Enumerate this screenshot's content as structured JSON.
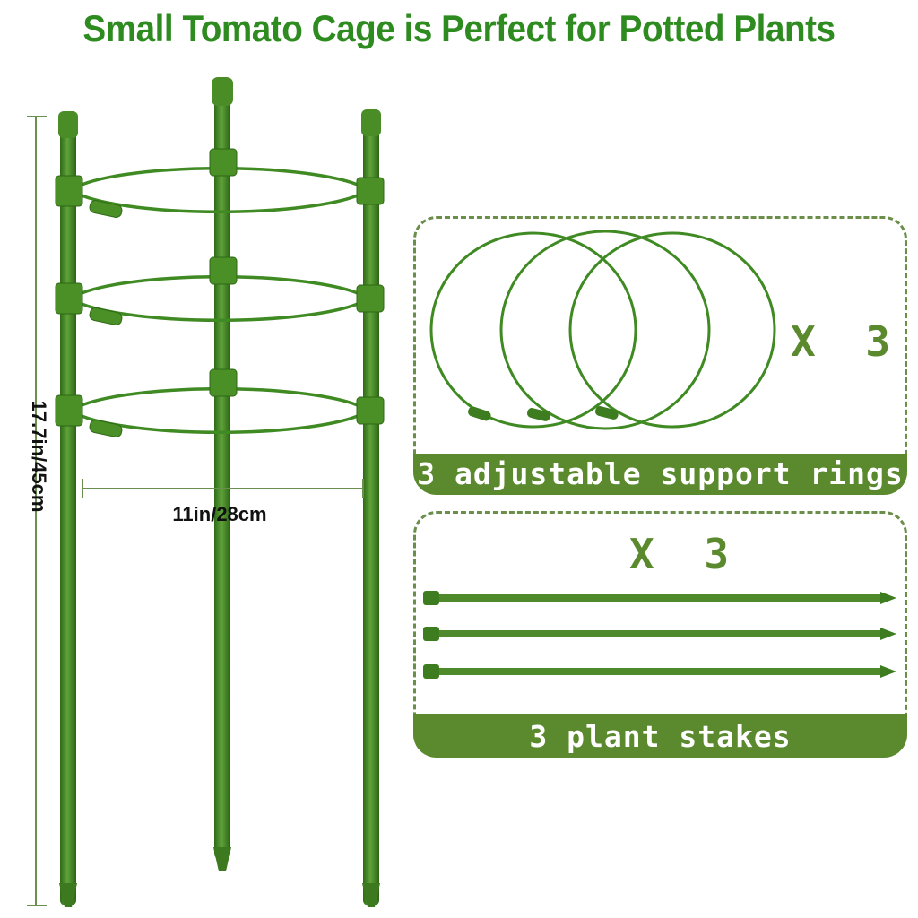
{
  "headline": "Small Tomato Cage is Perfect for Potted Plants",
  "dimensions": {
    "height": "17.7in/45cm",
    "width": "11in/28cm"
  },
  "rings_panel": {
    "quantity": "X 3",
    "caption": "3 adjustable support rings"
  },
  "stakes_panel": {
    "quantity": "X 3",
    "caption": "3 plant stakes"
  },
  "colors": {
    "headline": "#2e8b1f",
    "stake": "#4f8a2a",
    "banner": "#5b8a2e",
    "dashed_border": "#6b8e4a"
  },
  "icons": [
    "tomato-cage-illustration",
    "support-ring-icon",
    "plant-stake-icon"
  ]
}
